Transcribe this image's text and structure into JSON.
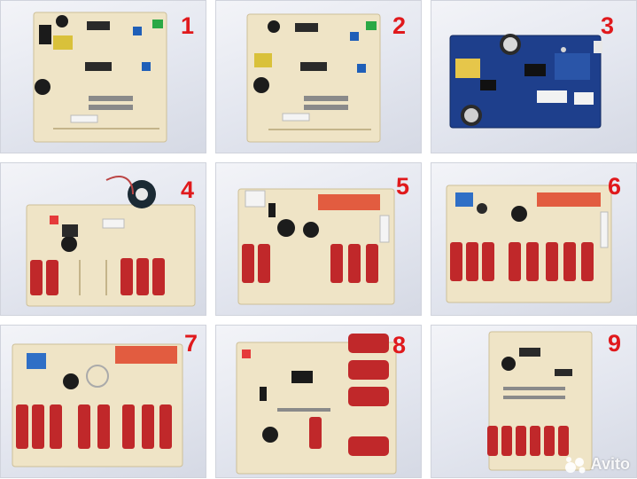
{
  "photos": [
    {
      "label": "1",
      "board": "beige"
    },
    {
      "label": "2",
      "board": "beige"
    },
    {
      "label": "3",
      "board": "blue"
    },
    {
      "label": "4",
      "board": "beige-caps"
    },
    {
      "label": "5",
      "board": "beige-caps"
    },
    {
      "label": "6",
      "board": "beige-caps"
    },
    {
      "label": "7",
      "board": "beige-caps"
    },
    {
      "label": "8",
      "board": "beige-caps-right"
    },
    {
      "label": "9",
      "board": "beige-caps-bottom"
    }
  ],
  "watermark": {
    "text": "Avito",
    "icon": "avito-logo-icon",
    "color": "#ffffff"
  },
  "colors": {
    "label": "#e0191c",
    "board_beige": "#efe4c6",
    "board_blue": "#1e3f8c",
    "capacitor": "#c0282a"
  }
}
